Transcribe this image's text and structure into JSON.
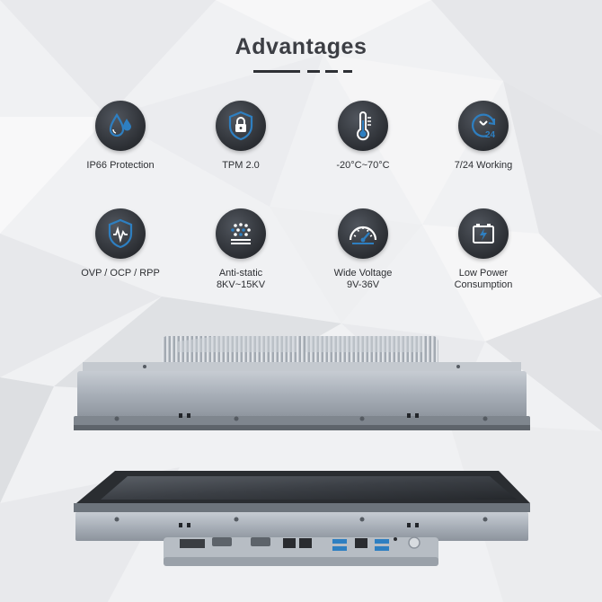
{
  "title": "Advantages",
  "features": [
    {
      "name": "ip66",
      "icon": "water-drops-icon",
      "lines": [
        "IP66 Protection"
      ]
    },
    {
      "name": "tpm",
      "icon": "shield-lock-icon",
      "lines": [
        "TPM 2.0"
      ]
    },
    {
      "name": "temperature",
      "icon": "thermometer-icon",
      "lines": [
        "-20°C~70°C"
      ]
    },
    {
      "name": "working",
      "icon": "clock-24-icon",
      "lines": [
        "7/24 Working"
      ]
    },
    {
      "name": "protection",
      "icon": "shield-wave-icon",
      "lines": [
        "OVP / OCP / RPP"
      ]
    },
    {
      "name": "antistatic",
      "icon": "static-dots-icon",
      "lines": [
        "Anti-static",
        "8KV~15KV"
      ]
    },
    {
      "name": "voltage",
      "icon": "gauge-icon",
      "lines": [
        "Wide Voltage",
        "9V-36V"
      ]
    },
    {
      "name": "power",
      "icon": "battery-bolt-icon",
      "lines": [
        "Low Power",
        "Consumption"
      ]
    }
  ],
  "colors": {
    "accent": "#2e7fc1",
    "icon_dark": "#2b2e33",
    "text": "#2d2f33",
    "frame": "#a9b0b9"
  }
}
